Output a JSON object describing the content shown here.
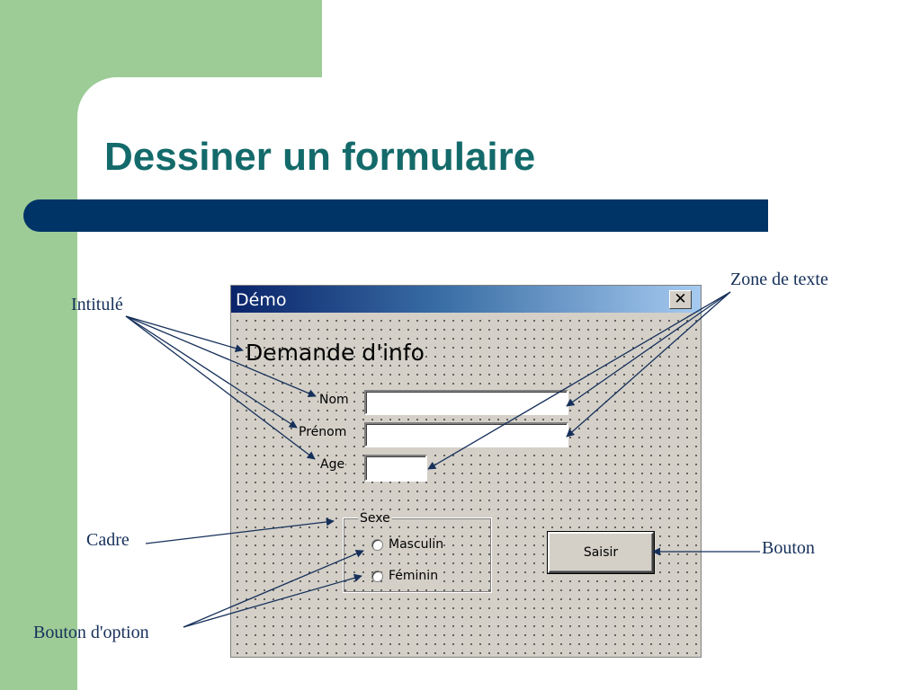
{
  "slide": {
    "title": "Dessiner un formulaire"
  },
  "window": {
    "title": "Démo",
    "close_glyph": "✕"
  },
  "form": {
    "heading": "Demande d'info",
    "fields": [
      {
        "label": "Nom",
        "value": ""
      },
      {
        "label": "Prénom",
        "value": ""
      },
      {
        "label": "Age",
        "value": ""
      }
    ],
    "frame_label": "Sexe",
    "options": [
      {
        "label": "Masculin",
        "selected": false
      },
      {
        "label": "Féminin",
        "selected": false
      }
    ],
    "button_label": "Saisir"
  },
  "callouts": {
    "intitule": "Intitulé",
    "zone_de_texte": "Zone de texte",
    "cadre": "Cadre",
    "bouton": "Bouton",
    "bouton_option": "Bouton d'option"
  },
  "colors": {
    "green_background": "#9dcc97",
    "title_text": "#146a6a",
    "title_bar": "#003466",
    "callout_text": "#16305a"
  },
  "icons": {
    "close": "close-icon",
    "radio": "radio-icon"
  }
}
